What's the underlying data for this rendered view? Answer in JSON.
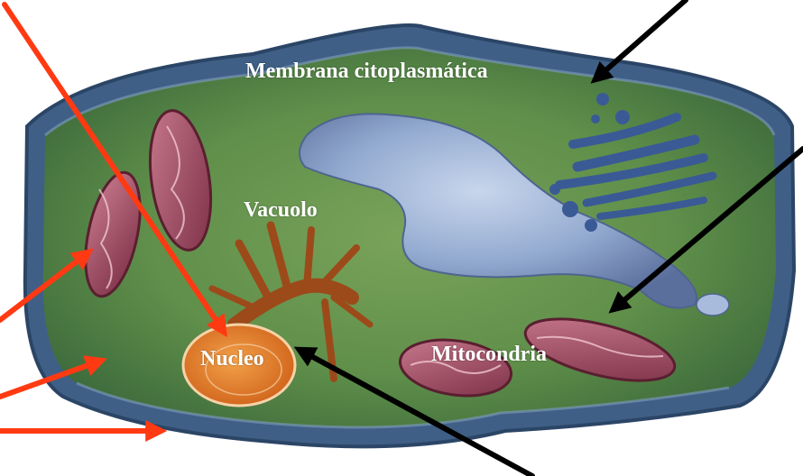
{
  "labels": {
    "membrana": "Membrana citoplasmática",
    "vacuolo": "Vacuolo",
    "nucleo": "Nucleo",
    "mitocondria": "Mitocondria"
  },
  "colors": {
    "cytoplasm": "#5f8f4a",
    "cell_wall": "#3f5f86",
    "vacuole": "#8aa3c7",
    "nucleus": "#e0781e",
    "mitochondria": "#8b3b4f",
    "red_arrow": "#ff3a12",
    "black_arrow": "#000000"
  }
}
